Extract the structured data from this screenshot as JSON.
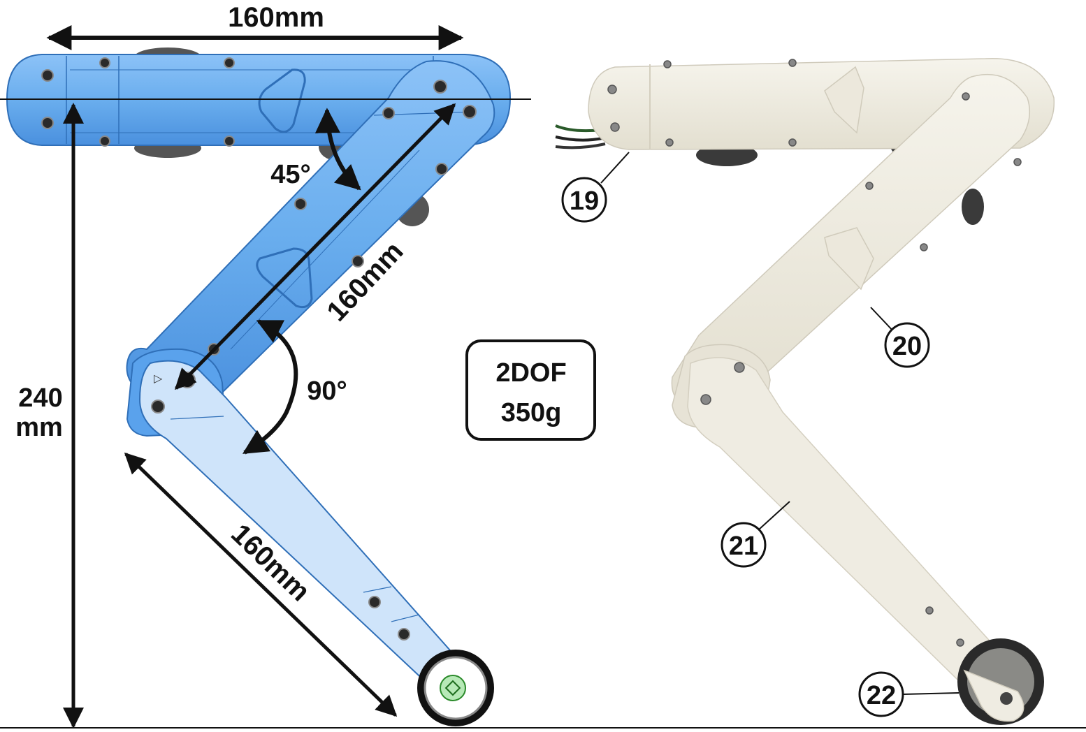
{
  "dimensions": {
    "top_length": "160mm",
    "middle_length": "160mm",
    "lower_length": "160mm",
    "height_value": "240",
    "height_unit": "mm",
    "angle_upper": "45°",
    "angle_knee": "90°"
  },
  "spec_box": {
    "line1": "2DOF",
    "line2": "350g"
  },
  "callouts": [
    "19",
    "20",
    "21",
    "22"
  ],
  "colors": {
    "cad_body": "#6fb0f2",
    "cad_body_dark": "#3f86d6",
    "cad_lower": "#cfe4fa",
    "photo_body": "#efece0",
    "photo_shadow": "#d9d5c6",
    "ink": "#111111"
  }
}
